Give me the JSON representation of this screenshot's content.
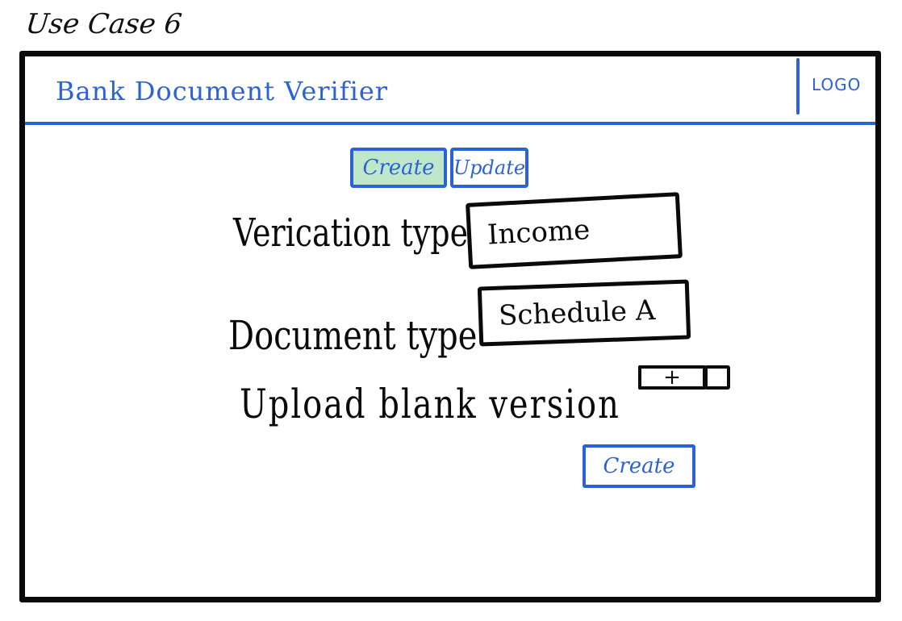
{
  "page_caption": "Use Case 6",
  "header": {
    "title": "Bank Document Verifier",
    "logo": "LOGO"
  },
  "mode_toggle": {
    "create_label": "Create",
    "update_label": "Update",
    "active": "Create"
  },
  "form": {
    "verification_type": {
      "label": "Verication type",
      "value": "Income"
    },
    "document_type": {
      "label": "Document type",
      "value": "Schedule A"
    },
    "upload": {
      "label": "Upload blank version",
      "button_symbol": "+"
    },
    "submit_label": "Create"
  },
  "colors": {
    "accent": "#2b62d9",
    "active_highlight": "#bfe8cb",
    "ink": "#0a0a0a"
  }
}
